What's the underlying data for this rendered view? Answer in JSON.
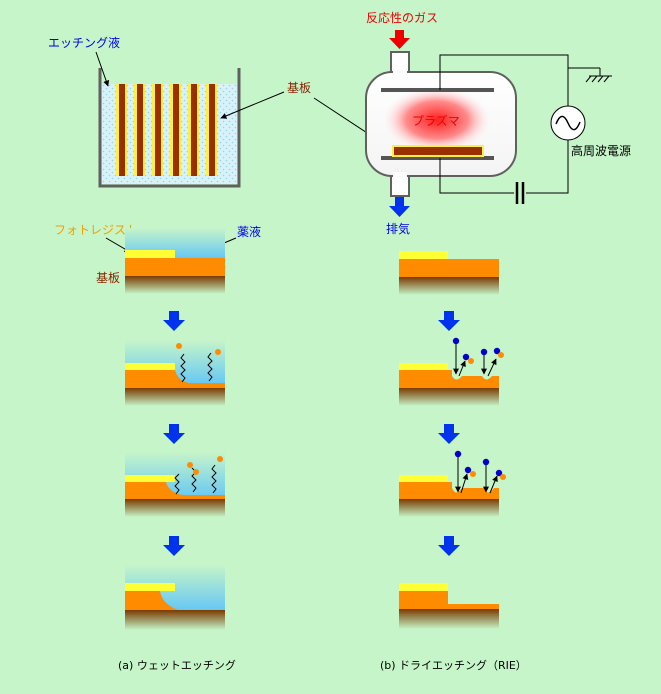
{
  "colors": {
    "background": "#c6f5c9",
    "substrate": "#ff8c00",
    "photoresist": "#ffff33",
    "etchant": "#66c8f4",
    "label_blue": "#0000ee",
    "label_brown": "#8b2500",
    "label_orange": "#f0a000",
    "label_red": "#ee0000",
    "step_arrow": "#0033ee",
    "electrode": "#555555"
  },
  "wet": {
    "tank_label": "エッチング液",
    "photoresist_label": "フォトレジスト",
    "chemical_label": "薬液",
    "substrate_label": "基板",
    "caption": "(a) ウェットエッチング"
  },
  "dry": {
    "gas_label": "反応性のガス",
    "substrate_label": "基板",
    "plasma_label": "プラズマ",
    "rf_label": "高周波電源",
    "exhaust_label": "排気",
    "caption": "(b) ドライエッチング（RIE）"
  }
}
